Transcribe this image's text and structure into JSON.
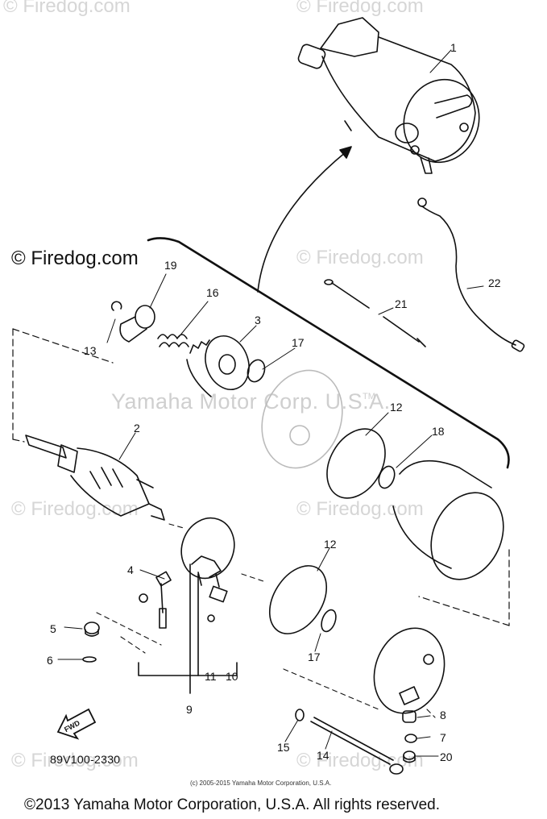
{
  "watermarks": {
    "top_left": "© Firedog.com",
    "top_center": "© Firedog.com",
    "mid_left_dark": "© Firedog.com",
    "mid_right": "© Firedog.com",
    "center_left": "© Firedog.com",
    "center_mid": "© Firedog.com",
    "bottom_left": "© Firedog.com",
    "bottom_right": "© Firedog.com",
    "yamaha": "Yamaha Motor Corp. U.S.A.",
    "tm": "TM"
  },
  "callouts": [
    {
      "id": "1",
      "label": "1"
    },
    {
      "id": "2",
      "label": "2"
    },
    {
      "id": "3",
      "label": "3"
    },
    {
      "id": "4",
      "label": "4"
    },
    {
      "id": "5",
      "label": "5"
    },
    {
      "id": "6",
      "label": "6"
    },
    {
      "id": "7",
      "label": "7"
    },
    {
      "id": "8",
      "label": "8"
    },
    {
      "id": "9",
      "label": "9"
    },
    {
      "id": "10",
      "label": "10"
    },
    {
      "id": "11",
      "label": "11"
    },
    {
      "id": "12a",
      "label": "12"
    },
    {
      "id": "12b",
      "label": "12"
    },
    {
      "id": "13",
      "label": "13"
    },
    {
      "id": "14",
      "label": "14"
    },
    {
      "id": "15",
      "label": "15"
    },
    {
      "id": "16",
      "label": "16"
    },
    {
      "id": "17a",
      "label": "17"
    },
    {
      "id": "17b",
      "label": "17"
    },
    {
      "id": "18",
      "label": "18"
    },
    {
      "id": "19",
      "label": "19"
    },
    {
      "id": "20",
      "label": "20"
    },
    {
      "id": "21",
      "label": "21"
    },
    {
      "id": "22",
      "label": "22"
    }
  ],
  "fwd_label": "FWD",
  "diagram_code": "89V100-2330",
  "small_copyright": "(c) 2005-2015 Yamaha Motor Corporation, U.S.A.",
  "footer_copyright": "©2013 Yamaha Motor Corporation, U.S.A. All rights reserved.",
  "colors": {
    "ink": "#111111",
    "watermark": "#d6d6d6",
    "background": "#ffffff"
  }
}
